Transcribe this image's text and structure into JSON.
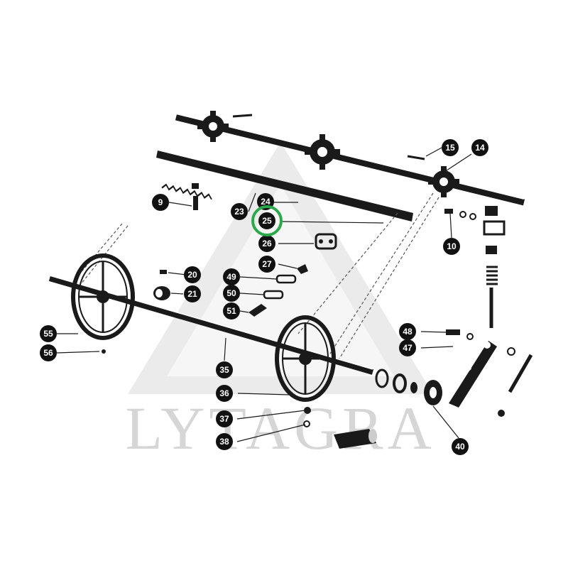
{
  "watermark": {
    "text": "LYTAGRA",
    "color": "#d6d6d6"
  },
  "highlight": {
    "color": "#2aa84a",
    "part": "25"
  },
  "callouts": [
    {
      "id": "9"
    },
    {
      "id": "10"
    },
    {
      "id": "14"
    },
    {
      "id": "15"
    },
    {
      "id": "20"
    },
    {
      "id": "21"
    },
    {
      "id": "23"
    },
    {
      "id": "24"
    },
    {
      "id": "25"
    },
    {
      "id": "26"
    },
    {
      "id": "27"
    },
    {
      "id": "35"
    },
    {
      "id": "36"
    },
    {
      "id": "37"
    },
    {
      "id": "38"
    },
    {
      "id": "40"
    },
    {
      "id": "47"
    },
    {
      "id": "48"
    },
    {
      "id": "49"
    },
    {
      "id": "50"
    },
    {
      "id": "51"
    },
    {
      "id": "55"
    },
    {
      "id": "56"
    }
  ]
}
